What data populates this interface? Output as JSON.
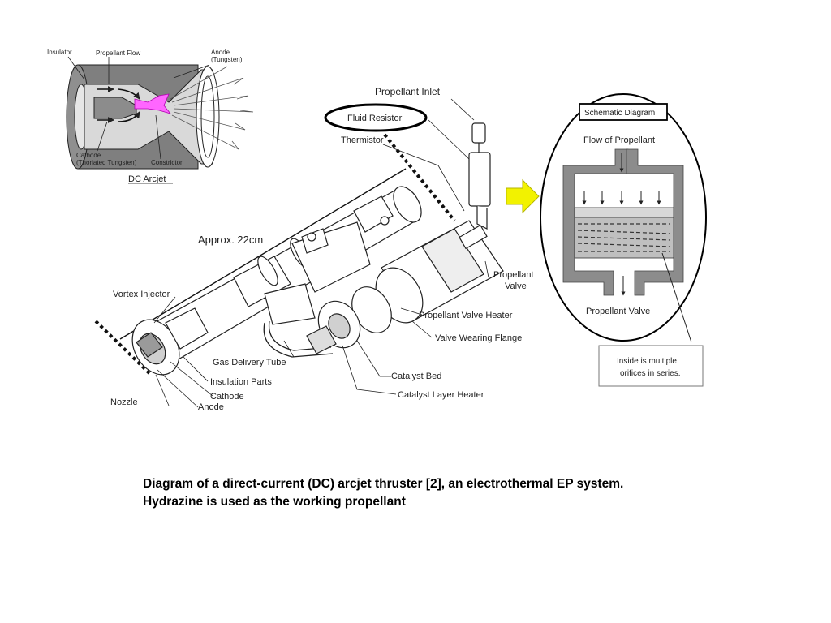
{
  "dc_arcjet": {
    "title": "DC Arcjet",
    "labels": {
      "insulator": "Insulator",
      "propellant_flow": "Propellant Flow",
      "anode_1": "Anode",
      "anode_2": "(Tungsten)",
      "cathode_1": "Cathode",
      "cathode_2": "(Thoriated Tungsten)",
      "constrictor": "Constrictor"
    },
    "colors": {
      "arc": "#ff66ff",
      "body": "#7f7f7f",
      "bore": "#d9d9d9"
    }
  },
  "thruster": {
    "labels": {
      "propellant_inlet": "Propellant Inlet",
      "fluid_resistor": "Fluid Resistor",
      "thermistor": "Thermistor",
      "approx_length": "Approx. 22cm",
      "vortex_injector": "Vortex Injector",
      "gas_delivery_tube": "Gas Delivery Tube",
      "insulation_parts": "Insulation Parts",
      "cathode": "Cathode",
      "nozzle": "Nozzle",
      "anode": "Anode",
      "propellant_valve_1": "Propellant",
      "propellant_valve_2": "Valve",
      "propellant_valve_heater": "Propellant Valve Heater",
      "valve_wearing_flange": "Valve Wearing Flange",
      "catalyst_bed": "Catalyst Bed",
      "catalyst_layer_heater": "Catalyst Layer Heater"
    }
  },
  "schematic": {
    "title": "Schematic Diagram",
    "flow_label": "Flow of Propellant",
    "valve_label": "Propellant Valve",
    "note_1": "Inside is multiple",
    "note_2": "orifices in series.",
    "colors": {
      "wall": "#8c8c8c",
      "arrow": "#f2f200"
    }
  },
  "caption": {
    "line1": "Diagram of a direct-current (DC) arcjet thruster [2], an electrothermal EP system.",
    "line2": "Hydrazine is used as the working propellant"
  }
}
